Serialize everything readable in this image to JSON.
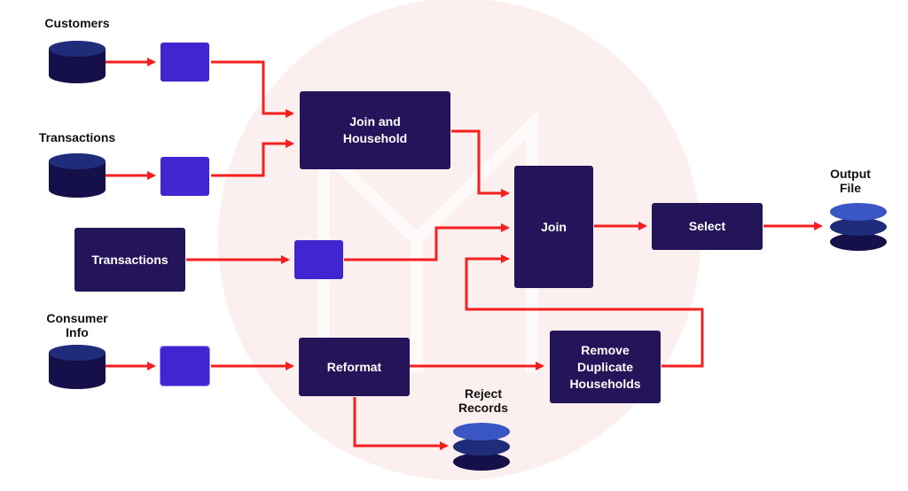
{
  "colors": {
    "process": "#24145a",
    "square": "#3f26d1",
    "arrow": "#f51f1f",
    "db_dark": "#15104a",
    "db_mid": "#1f2c7a",
    "db_light": "#3a55c4",
    "watermark": "#fcefef"
  },
  "sources": {
    "customers": "Customers",
    "transactions_db": "Transactions",
    "consumer_info": "Consumer\nInfo"
  },
  "processes": {
    "transactions": "Transactions",
    "join_household": "Join and\nHousehold",
    "join": "Join",
    "select": "Select",
    "reformat": "Reformat",
    "remove_duplicates": "Remove\nDuplicate\nHouseholds"
  },
  "outputs": {
    "output_file": "Output\nFile",
    "reject_records": "Reject\nRecords"
  }
}
